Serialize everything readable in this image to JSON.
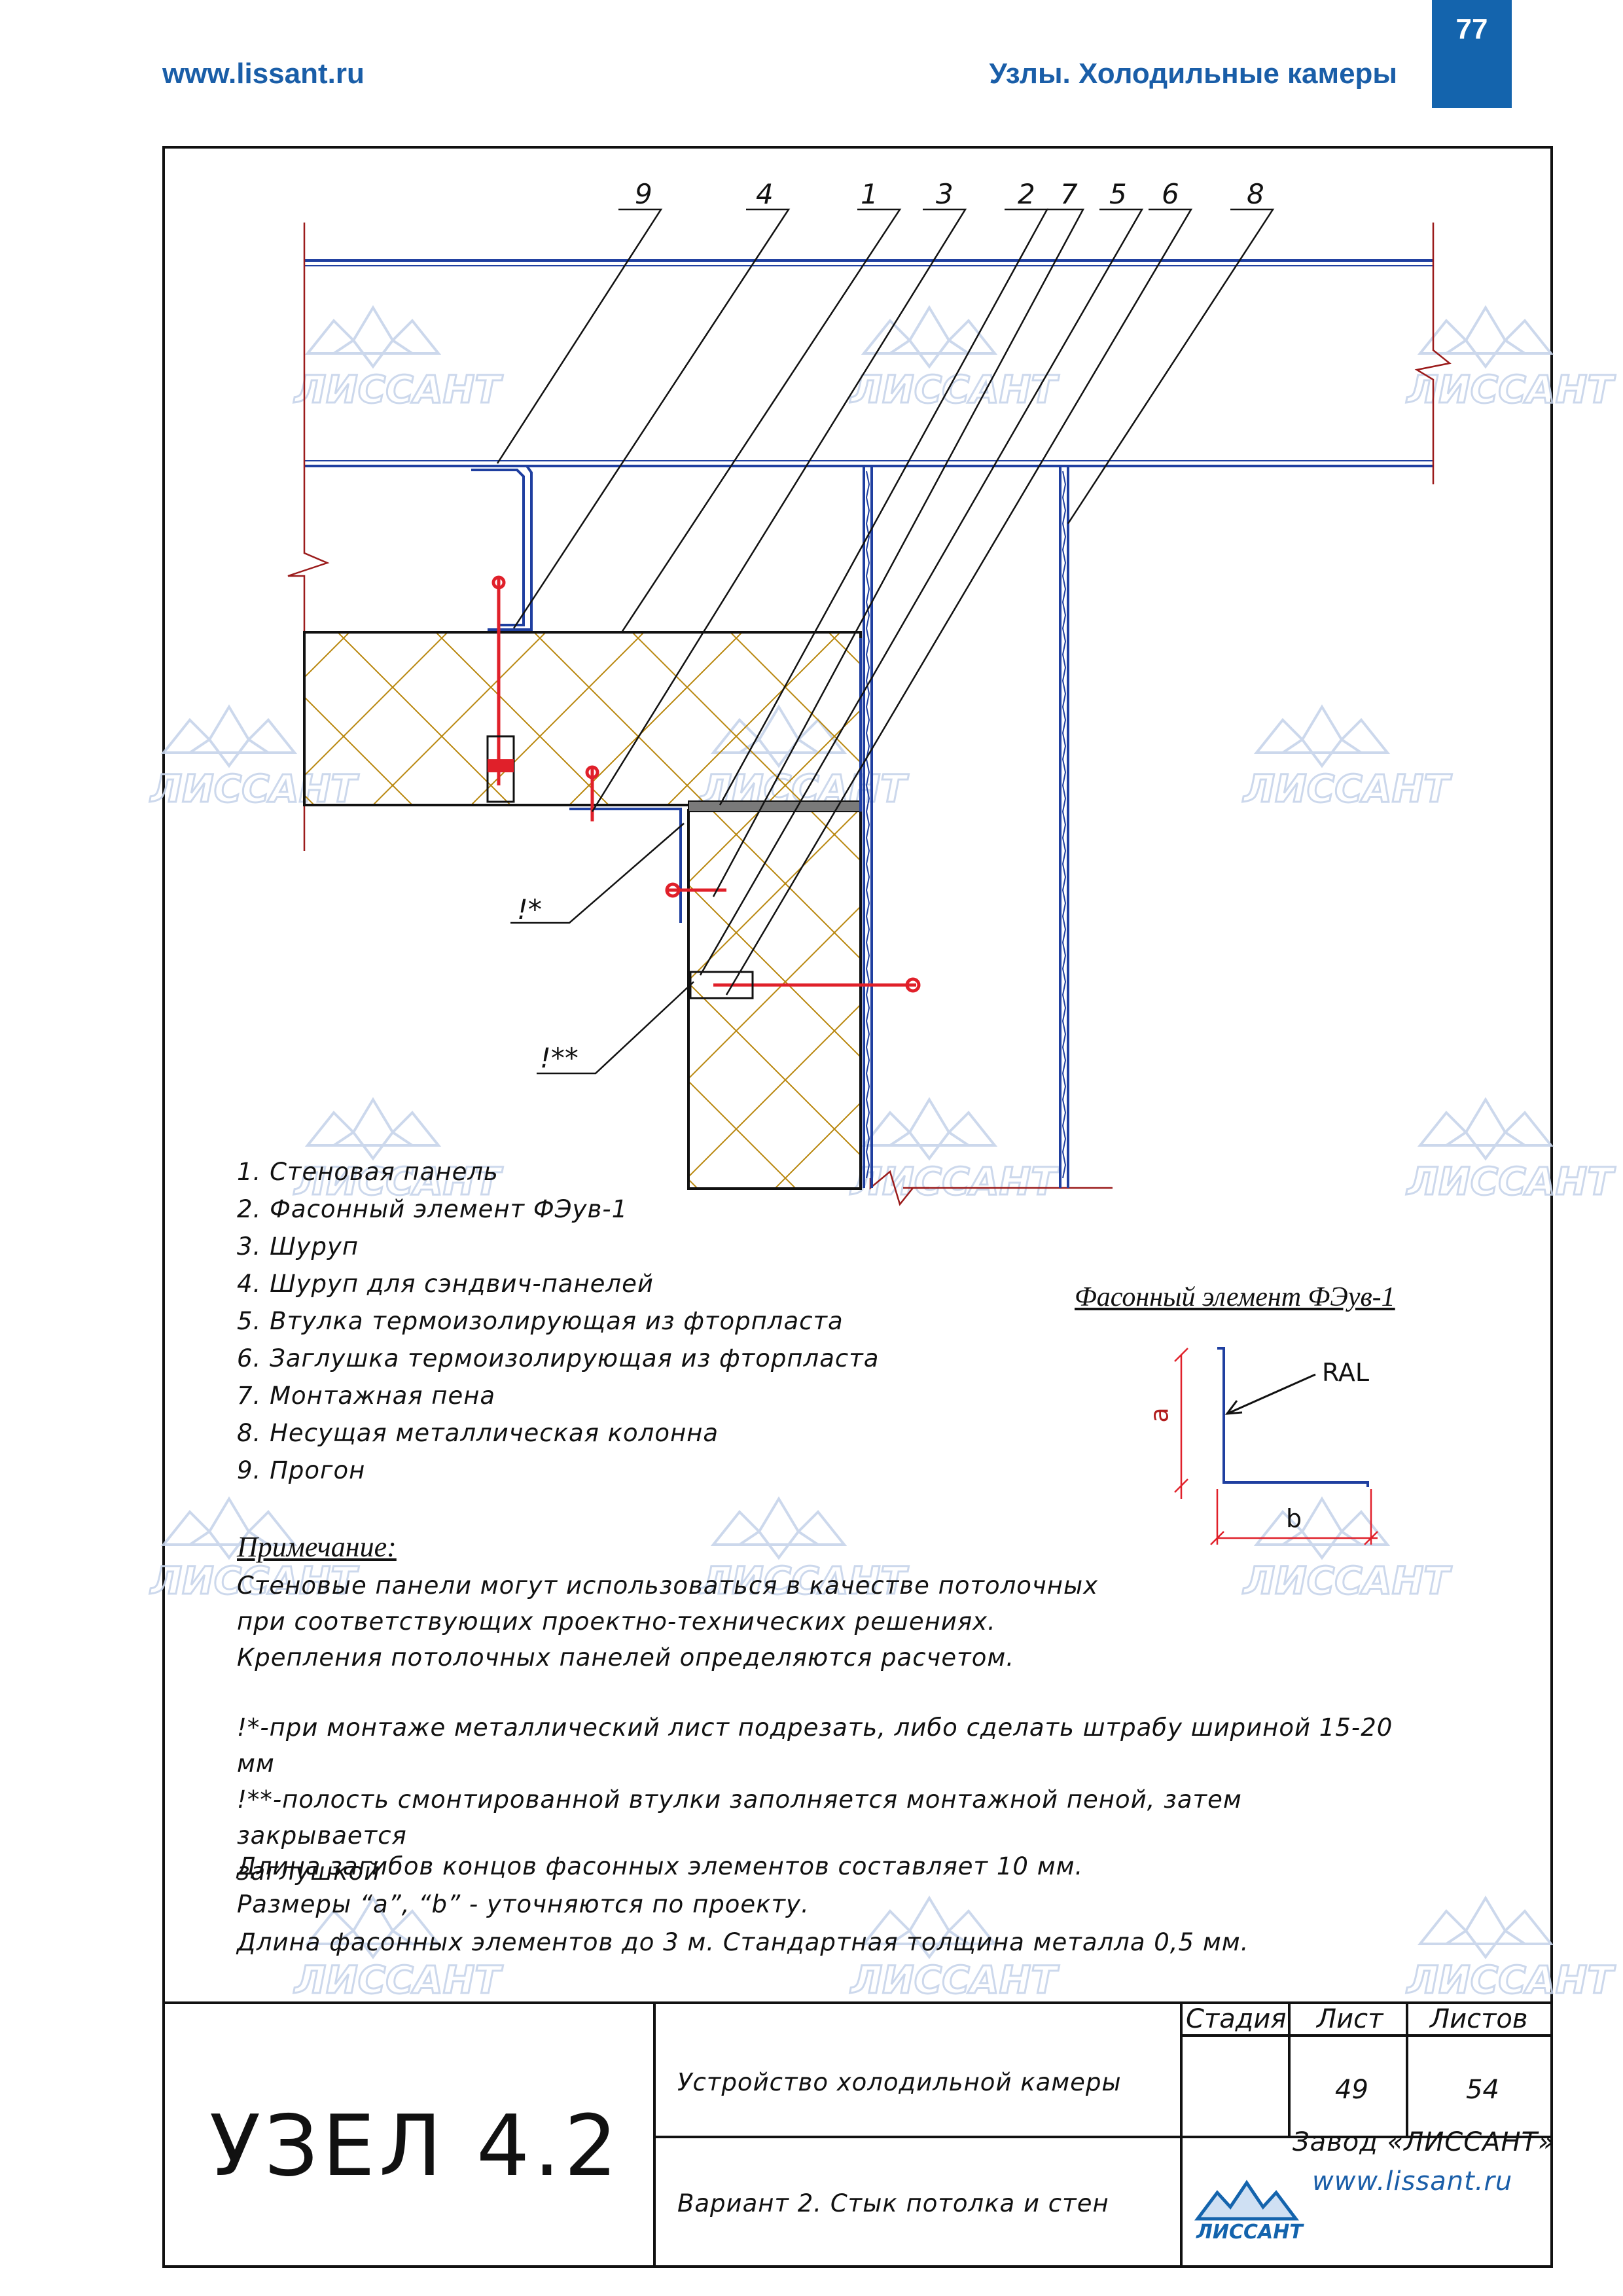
{
  "header": {
    "url": "www.lissant.ru",
    "title": "Узлы. Холодильные камеры",
    "page_number": "77"
  },
  "drawing": {
    "callouts": [
      "9",
      "4",
      "1",
      "3",
      "2",
      "7",
      "5",
      "6",
      "8"
    ],
    "marks": {
      "star1": "!*",
      "star2": "!**"
    },
    "watermark": "ЛИССАНТ"
  },
  "legend": [
    "1. Стеновая панель",
    "2. Фасонный элемент ФЭув-1",
    "3. Шуруп",
    "4. Шуруп для сэндвич-панелей",
    "5. Втулка термоизолирующая из фторпласта",
    "6. Заглушка термоизолирующая из фторпласта",
    "7. Монтажная пена",
    "8. Несущая металлическая колонна",
    "9. Прогон"
  ],
  "note": {
    "heading": "Примечание:",
    "lines": [
      "Стеновые панели могут использоваться в качестве потолочных",
      "при соответствующих проектно-технических решениях.",
      "Крепления потолочных панелей определяются расчетом."
    ],
    "footnote1": "!*-при монтаже металлический лист подрезать, либо сделать штрабу шириной 15-20 мм",
    "footnote2a": "!**-полость смонтированной втулки заполняется монтажной пеной, затем закрывается",
    "footnote2b": "заглушкой",
    "info": [
      "Длина загибов концов фасонных элементов составляет 10 мм.",
      "Размеры “a”, “b” - уточняются по проекту.",
      "Длина фасонных элементов до 3 м. Стандартная толщина металла 0,5 мм."
    ]
  },
  "element_detail": {
    "title": "Фасонный элемент ФЭув-1",
    "ral": "RAL",
    "dim_a": "a",
    "dim_b": "b"
  },
  "title_block": {
    "node": "УЗЕЛ 4.2",
    "project": "Устройство холодильной камеры",
    "variant": "Вариант 2. Стык потолка и стен",
    "stage_label": "Стадия",
    "sheet_label": "Лист",
    "sheets_label": "Листов",
    "stage": "",
    "sheet": "49",
    "sheets": "54",
    "company": "Завод «ЛИССАНТ»",
    "site": "www.lissant.ru"
  },
  "colors": {
    "brand_blue": "#1464ad",
    "foam_lines": "#b8860b",
    "sheet_metal": "#1f3fa0",
    "screw": "#e0202a"
  }
}
